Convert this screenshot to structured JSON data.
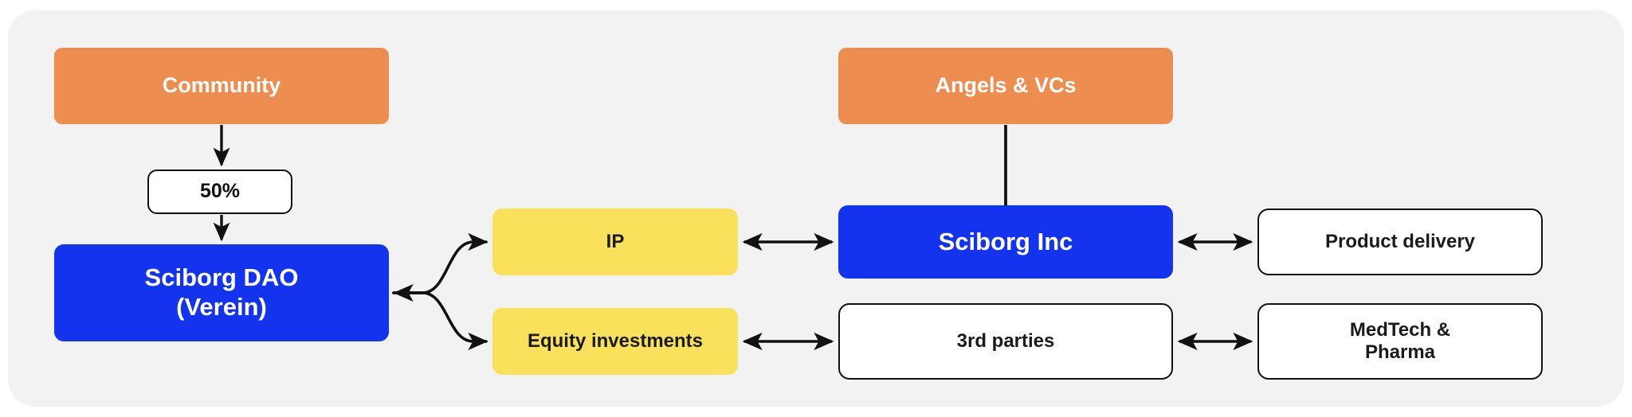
{
  "diagram": {
    "type": "org-flow-diagram",
    "background_color": "#ffffff",
    "panel_color": "#f2f2f2",
    "palette": {
      "orange": "#ED8E50",
      "blue": "#1433EE",
      "yellow": "#FAE15C",
      "white": "#FFFFFF",
      "stroke": "#111111",
      "text_light": "#FFFFFF",
      "text_dark": "#1B1B1B"
    },
    "nodes": [
      {
        "id": "community",
        "label": "Community",
        "style": "orange"
      },
      {
        "id": "angels",
        "label": "Angels & VCs",
        "style": "orange"
      },
      {
        "id": "pct",
        "label": "50%",
        "style": "pill"
      },
      {
        "id": "dao",
        "label": "Sciborg DAO\n(Verein)",
        "style": "blue"
      },
      {
        "id": "ip",
        "label": "IP",
        "style": "yellow"
      },
      {
        "id": "equity",
        "label": "Equity investments",
        "style": "yellow"
      },
      {
        "id": "sciborg_inc",
        "label": "Sciborg Inc",
        "style": "blue"
      },
      {
        "id": "third_parties",
        "label": "3rd parties",
        "style": "white"
      },
      {
        "id": "product",
        "label": "Product delivery",
        "style": "white"
      },
      {
        "id": "medtech",
        "label": "MedTech &\nPharma",
        "style": "white"
      }
    ],
    "edges": [
      {
        "from": "community",
        "to": "pct",
        "arrow": "single"
      },
      {
        "from": "pct",
        "to": "dao",
        "arrow": "single"
      },
      {
        "from": "angels",
        "to": "sciborg_inc",
        "arrow": "none"
      },
      {
        "from": "dao",
        "to": "ip",
        "arrow": "single"
      },
      {
        "from": "dao",
        "to": "equity",
        "arrow": "single"
      },
      {
        "from": "ip",
        "to": "sciborg_inc",
        "arrow": "double"
      },
      {
        "from": "equity",
        "to": "third_parties",
        "arrow": "double"
      },
      {
        "from": "sciborg_inc",
        "to": "product",
        "arrow": "double"
      },
      {
        "from": "third_parties",
        "to": "medtech",
        "arrow": "double"
      }
    ]
  }
}
